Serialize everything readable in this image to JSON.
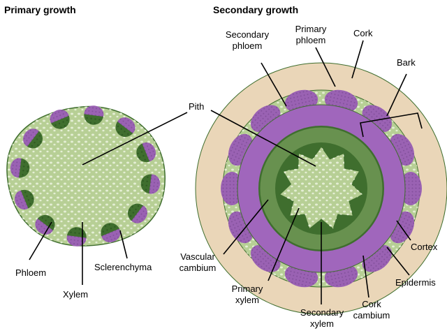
{
  "headings": {
    "primary": "Primary growth",
    "secondary": "Secondary growth"
  },
  "labels": {
    "pith": "Pith",
    "phloem": "Phloem",
    "xylem": "Xylem",
    "sclerenchyma": "Sclerenchyma",
    "secondary_phloem": [
      "Secondary",
      "phloem"
    ],
    "primary_phloem": [
      "Primary",
      "phloem"
    ],
    "cork": "Cork",
    "bark": "Bark",
    "cortex": "Cortex",
    "vascular_cambium": [
      "Vascular",
      "cambium"
    ],
    "primary_xylem": [
      "Primary",
      "xylem"
    ],
    "secondary_xylem": [
      "Secondary",
      "xylem"
    ],
    "cork_cambium": [
      "Cork",
      "cambium"
    ],
    "epidermis": "Epidermis"
  },
  "colors": {
    "ground_tissue": "#b7cf95",
    "ground_outline": "#3f6e2e",
    "xylem": "#3f6e2e",
    "phloem": "#9a62b3",
    "phloem_light": "#a86bc0",
    "secondary_phloem_ring": "#a066bc",
    "secondary_xylem_ring": "#68914f",
    "cork": "#ead6b8",
    "cortex": "#b7cf95",
    "cell_dots": "#e4eed4",
    "leader_lines": "#000000"
  }
}
